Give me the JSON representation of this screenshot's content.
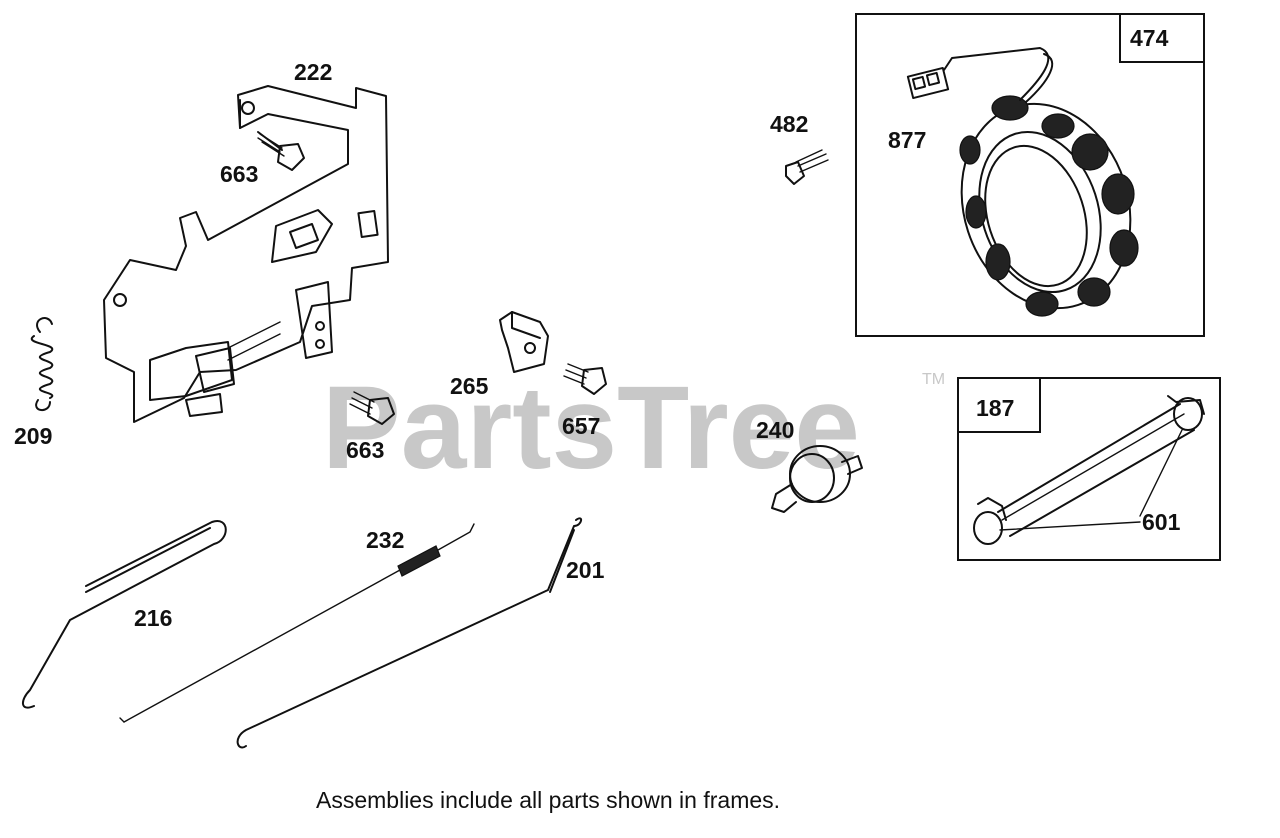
{
  "watermark": {
    "text": "PartsTree",
    "trademark": "TM"
  },
  "caption": "Assemblies include all parts shown in frames.",
  "frames": [
    {
      "id": "474"
    },
    {
      "id": "187"
    }
  ],
  "labels": {
    "p222": "222",
    "p663a": "663",
    "p209": "209",
    "p265": "265",
    "p657": "657",
    "p663b": "663",
    "p240": "240",
    "p482": "482",
    "p877": "877",
    "p601": "601",
    "p232": "232",
    "p201": "201",
    "p216": "216"
  }
}
